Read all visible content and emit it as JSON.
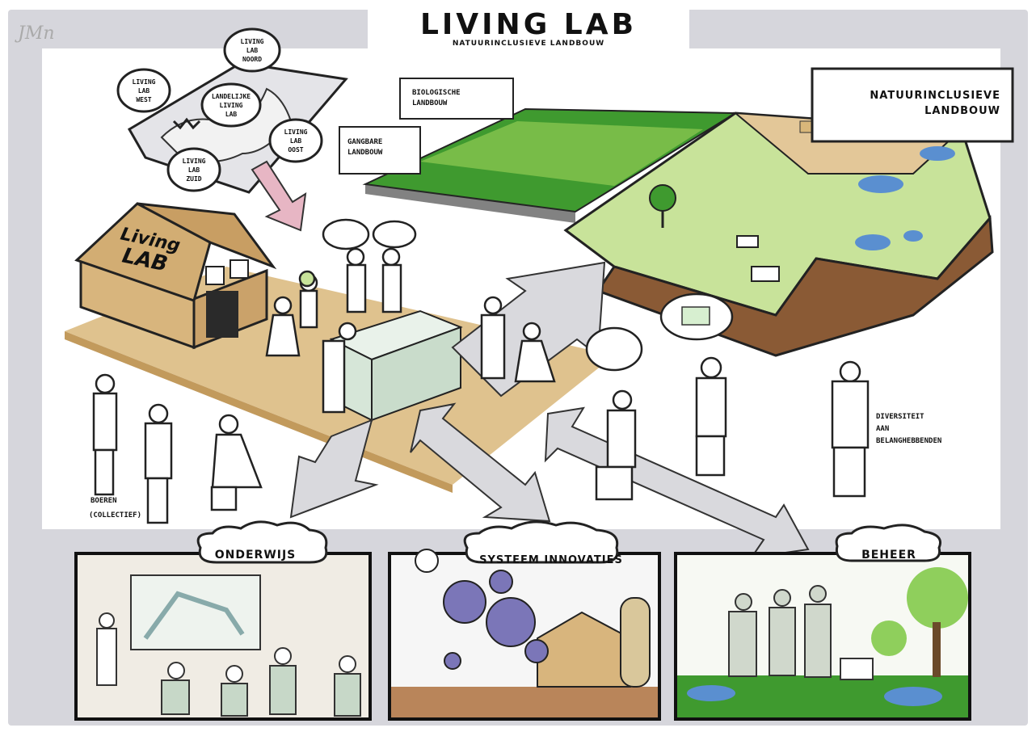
{
  "header": {
    "title": "LIVING LAB",
    "subtitle": "NATUURINCLUSIEVE LANDBOUW",
    "signature": "JMn"
  },
  "top_map": {
    "center": [
      "LANDELIJKE",
      "LIVING",
      "LAB"
    ],
    "north": [
      "LIVING",
      "LAB",
      "NOORD"
    ],
    "west": [
      "LIVING",
      "LAB",
      "WEST"
    ],
    "east": [
      "LIVING",
      "LAB",
      "OOST"
    ],
    "south": [
      "LIVING",
      "LAB",
      "ZUID"
    ]
  },
  "barn": {
    "sign": [
      "Living",
      "LAB"
    ]
  },
  "field_labels": {
    "biologische": [
      "BIOLOGISCHE",
      "LANDBOUW"
    ],
    "gangbare": [
      "GANGBARE",
      "LANDBOUW"
    ],
    "natuurinclusieve": [
      "NATUURINCLUSIEVE",
      "LANDBOUW"
    ]
  },
  "people_labels": {
    "boeren": [
      "BOEREN",
      "(COLLECTIEF)"
    ],
    "diversiteit": [
      "DIVERSITEIT",
      "AAN",
      "BELANGHEBBENDEN"
    ]
  },
  "panels": [
    {
      "title": "ONDERWIJS"
    },
    {
      "title": "SYSTEEM INNOVATIES"
    },
    {
      "title": "BEHEER"
    }
  ],
  "colors": {
    "frame": "#d6d6dc",
    "grass_dark": "#3f9a2f",
    "grass_light": "#9fd35a",
    "wood": "#d9b77a",
    "soil": "#8a5a35",
    "gear": "#7b76b8",
    "arrow": "#d9d9dd",
    "water": "#5a8fd0"
  }
}
